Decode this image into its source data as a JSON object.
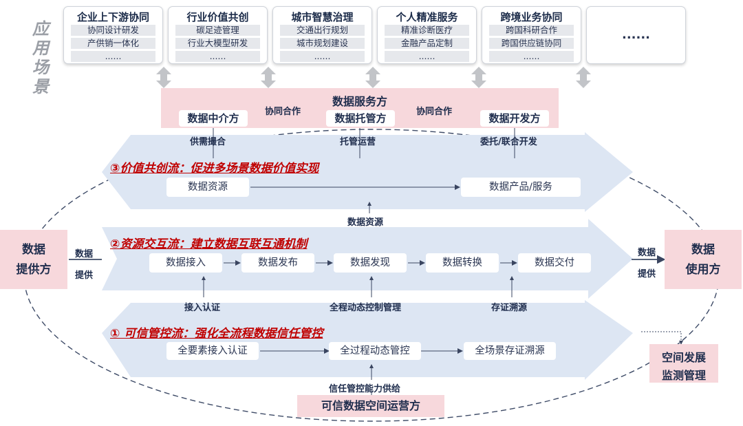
{
  "vertical_title": [
    "应",
    "用",
    "场",
    "景"
  ],
  "scenarios": [
    {
      "title": "企业上下游协同",
      "items": [
        "协同设计研发",
        "产供销一体化",
        "......"
      ]
    },
    {
      "title": "行业价值共创",
      "items": [
        "碳足迹管理",
        "行业大模型研发",
        "......"
      ]
    },
    {
      "title": "城市智慧治理",
      "items": [
        "交通出行规划",
        "城市规划建设",
        "......"
      ]
    },
    {
      "title": "个人精准服务",
      "items": [
        "精准诊断医疗",
        "金融产品定制",
        "......"
      ]
    },
    {
      "title": "跨境业务协同",
      "items": [
        "跨国科研合作",
        "跨国供应链协同",
        "......"
      ]
    }
  ],
  "scenario_more": "......",
  "service_provider": {
    "title": "数据服务方",
    "intermediary": "数据中介方",
    "custodian": "数据托管方",
    "developer": "数据开发方",
    "coop_left": "协同合作",
    "coop_right": "协同合作",
    "label_left": "供需撮合",
    "label_mid": "托管运营",
    "label_right": "委托/联合开发"
  },
  "flow3": {
    "title": "③价值共创流：促进多场景数据价值实现",
    "from": "数据资源",
    "to": "数据产品/服务"
  },
  "link_resource": "数据资源",
  "flow2": {
    "title": "②资源交互流：建立数据互联互通机制",
    "steps": [
      "数据接入",
      "数据发布",
      "数据发现",
      "数据转换",
      "数据交付"
    ]
  },
  "link_access": "接入认证",
  "link_control": "全程动态控制管理",
  "link_trace": "存证溯源",
  "flow1": {
    "title": "① 可信管控流：强化全流程数据信任管控",
    "steps": [
      "全要素接入认证",
      "全过程动态管控",
      "全场景存证溯源"
    ]
  },
  "link_trust": "信任管控能力供给",
  "operator": "可信数据空间运营方",
  "data_provider": {
    "line1": "数据",
    "line2": "提供方"
  },
  "provide_left": {
    "line1": "数据",
    "line2": "提供"
  },
  "data_user": {
    "line1": "数据",
    "line2": "使用方"
  },
  "provide_right": {
    "line1": "数据",
    "line2": "提供"
  },
  "monitor": {
    "line1": "空间发展",
    "line2": "监测管理"
  },
  "colors": {
    "arrow_band": "#dde6f3",
    "pink": "#f7d8dc",
    "flow_title": "#c00000",
    "text": "#1f2d4d"
  }
}
